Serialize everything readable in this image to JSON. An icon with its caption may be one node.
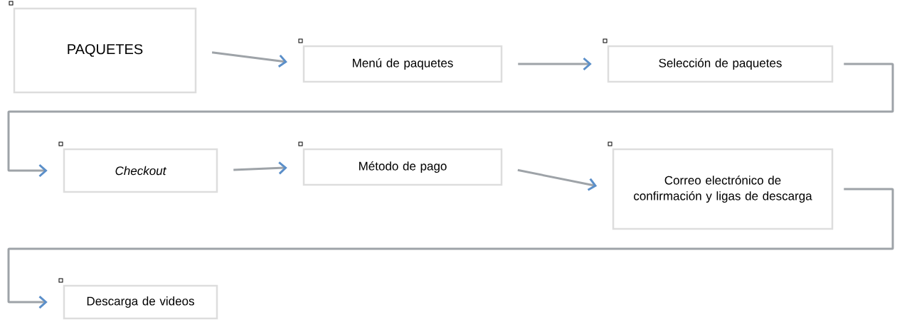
{
  "diagram": {
    "nodes": [
      {
        "text": [
          "PAQUETES"
        ]
      },
      {
        "text": [
          "Menú de paquetes"
        ]
      },
      {
        "text": [
          "Selección de paquetes"
        ]
      },
      {
        "text": [
          "Checkout"
        ]
      },
      {
        "text": [
          "Método de pago"
        ]
      },
      {
        "text": [
          "Correo electrónico de confirmación y ligas de descarga"
        ]
      },
      {
        "text": [
          "Descarga de videos"
        ]
      }
    ],
    "edges": [
      {
        "from": 0,
        "to": 1,
        "arrow": "to"
      },
      {
        "from": 1,
        "to": 2,
        "arrow": "to"
      },
      {
        "from": 2,
        "to": 3,
        "arrow": "to"
      },
      {
        "from": 3,
        "to": 4,
        "arrow": "to"
      },
      {
        "from": 4,
        "to": 5,
        "arrow": "to"
      },
      {
        "from": 5,
        "to": 6,
        "arrow": "to"
      }
    ]
  }
}
